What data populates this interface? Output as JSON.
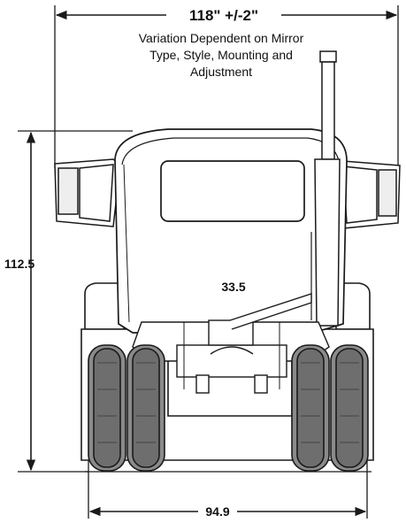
{
  "dimensions": {
    "mirror_width": "118\" +/-2\"",
    "mirror_note": "Variation Dependent on Mirror Type, Style, Mounting and Adjustment",
    "height": "112.5",
    "frame_width": "33.5",
    "track_width": "94.9"
  },
  "colors": {
    "line": "#1a1a1a",
    "tire": "#7a7a7a",
    "tire_dark": "#4a4a4a",
    "paper": "#ffffff"
  }
}
